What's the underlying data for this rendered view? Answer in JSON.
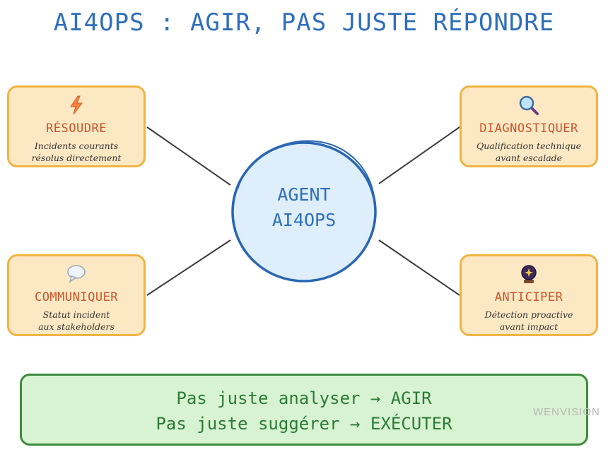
{
  "title": "AI4OPS : AGIR, PAS JUSTE RÉPONDRE",
  "center": {
    "line1": "AGENT",
    "line2": "AI4OPS"
  },
  "cards": {
    "resoudre": {
      "icon": "lightning-icon",
      "label": "RÉSOUDRE",
      "desc1": "Incidents courants",
      "desc2": "résolus directement"
    },
    "diagnostiquer": {
      "icon": "magnifier-icon",
      "label": "DIAGNOSTIQUER",
      "desc1": "Qualification technique",
      "desc2": "avant escalade"
    },
    "communiquer": {
      "icon": "speech-bubble-icon",
      "label": "COMMUNIQUER",
      "desc1": "Statut incident",
      "desc2": "aux stakeholders"
    },
    "anticiper": {
      "icon": "crystal-ball-icon",
      "label": "ANTICIPER",
      "desc1": "Détection proactive",
      "desc2": "avant impact"
    }
  },
  "banner": {
    "line1": "Pas juste analyser → AGIR",
    "line2": "Pas juste suggérer → EXÉCUTER"
  },
  "watermark": "WENVISION",
  "colors": {
    "title": "#2f6fba",
    "card_fill": "#fde8c4",
    "card_border": "#f0b443",
    "card_label": "#c8552a",
    "center_fill": "#deeefa",
    "center_border": "#2a67b3",
    "banner_fill": "#d8f3d2",
    "banner_border": "#3e8b3e",
    "banner_text": "#2c7a37"
  }
}
